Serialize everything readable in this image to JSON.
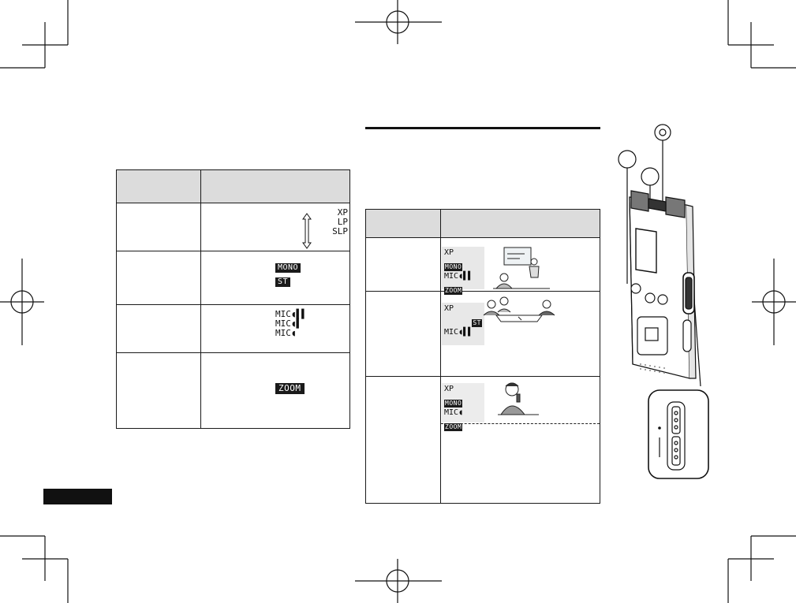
{
  "table1": {
    "row1_codes": [
      "XP",
      "LP",
      "SLP"
    ],
    "row2_codes": [
      "MONO",
      "ST"
    ],
    "row3_codes": [
      "MIC◖▌▌",
      "MIC◖▌",
      "MIC◖"
    ],
    "row4_codes": [
      "ZOOM"
    ]
  },
  "table2": {
    "scene1_codes": [
      "XP",
      "MONO",
      "MIC◖▌▌",
      "ZOOM"
    ],
    "scene2_codes": [
      "XP",
      "ST",
      "MIC◖▌▌"
    ],
    "scene3_codes": [
      "XP",
      "MONO",
      "MIC◖",
      "ZOOM"
    ]
  },
  "device": {
    "callouts": [
      "",
      "",
      ""
    ],
    "icons": [
      "crop-mark-icon",
      "registration-mark-icon",
      "voice-recorder-icon"
    ]
  }
}
